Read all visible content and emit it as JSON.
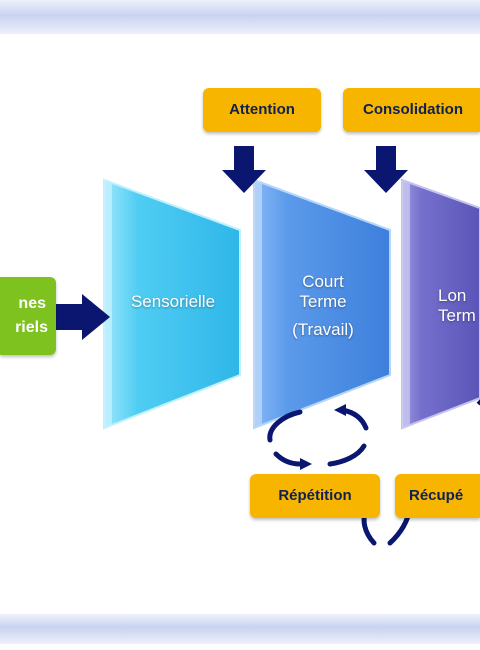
{
  "inputs": {
    "line1": "nes",
    "line2": "riels"
  },
  "stages": {
    "sensory": {
      "label": "Sensorielle"
    },
    "short_term": {
      "line1": "Court",
      "line2": "Terme",
      "line3": "(Travail)"
    },
    "long_term": {
      "line1": "Lon",
      "line2": "Term"
    }
  },
  "processes": {
    "attention": "Attention",
    "consolidation": "Consolidation",
    "repetition": "Répétition",
    "recuperation": "Récupé"
  },
  "colors": {
    "box_orange": "#f7b500",
    "box_text": "#0e2150",
    "input_green": "#7dc21e",
    "sensory_cyan": "#3ec6f0",
    "short_term_blue": "#4a8ee6",
    "long_term_purple": "#6a66c4",
    "arrow_navy": "#0a1670"
  }
}
